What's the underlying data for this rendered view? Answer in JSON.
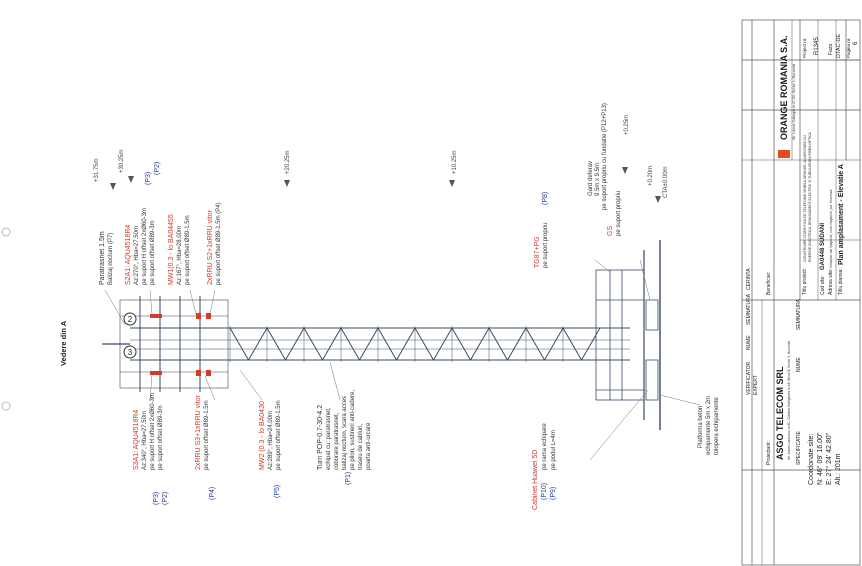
{
  "view_title": "Vedere din A",
  "coords": {
    "title": "Coordonate site:",
    "lat": "N: 46° 09' 16.00\"",
    "lon": "E: 27° 24' 42.80\"",
    "alt": "Alt.: 201m"
  },
  "levels": {
    "l1": "+31.75m",
    "l2": "+30.25m",
    "l3": "+20.25m",
    "l4": "+10.25m",
    "l5": "+0.25m",
    "l6": "+0.20m",
    "l7": "CTA±0.00m"
  },
  "ann_top": [
    {
      "lines": [
        "Paratrasnet 1.5m",
        "Balizaj nocturn (P7)"
      ],
      "color": "#444444"
    },
    {
      "lines": [
        "S2A1: AQU4518R4",
        "Az:270°, Hba=27.50m",
        "pe suport H offset 2xØ60-3m",
        "pe suport offset Ø89-3m"
      ],
      "color": "#d03a2a"
    },
    {
      "lines": [
        "MW1(0.3 - lo BA04455",
        "Az:167°, Hba=28.00m",
        "pe suport offset Ø89-1.5m"
      ],
      "color": "#d03a2a"
    },
    {
      "lines": [
        "2xRRU S2+1xRRU vitor",
        "pe suport offset Ø89-1.5m (P4)"
      ],
      "color": "#d03a2a"
    }
  ],
  "ann_top_refs": [
    "(P3)",
    "(P2)"
  ],
  "ann_bottom": [
    {
      "lines": [
        "S3A1: AQU4518R4",
        "Az:340°, Hba=27.50m",
        "pe suport H offset 2xØ60-3m",
        "pe suport offset Ø89-3m"
      ],
      "color": "#d03a2a"
    },
    {
      "lines": [
        "2xRRU S3+1xRRU vitor",
        "pe suport offset Ø89-1.5m"
      ],
      "color": "#d03a2a"
    },
    {
      "lines": [
        "MW2 (0.3 - lo BA0430",
        "Az:289°, Hba=24.00m",
        "pe suport offset Ø89-1.5m"
      ],
      "color": "#d03a2a"
    },
    {
      "lines": [
        "Turn POP-0.7-30-4.2",
        "echipat cu: paratrasnet,",
        "coborare paratrasnet,",
        "balizaj nocturn, scara acces",
        "pe pilon, sustineri anti-cadere,",
        "traseu de cabluri,",
        "poarta anti-urcare"
      ],
      "color": "#333333"
    }
  ],
  "ann_bottom_refs": [
    "(P3)",
    "(P2)",
    "(P4)",
    "(P5)",
    "(P1)"
  ],
  "ann_right": {
    "tg": "TG87+PG",
    "tg_sub": "pe suport propriu",
    "tg_ref": "(P8)",
    "gard": [
      "Gard deferav",
      "9.5m x 9.5m",
      "pe suport propriu cu fundatie (P12+P13)"
    ],
    "gs": "GS",
    "gs_sub": "pe suport propriu"
  },
  "ann_cabinet": {
    "title": "Cabinet Huawei 5D",
    "lines": [
      "pe rama echipare",
      "pe podul L=4m"
    ],
    "refs": [
      "(P10)",
      "(P9)"
    ]
  },
  "platform": [
    "Platforma beton",
    "echipamente 5m x 2m",
    "tolopera echipamente"
  ],
  "labels_num": [
    "2",
    "3"
  ],
  "title_block": {
    "headers": [
      "VERIFICATOR",
      "EXPERT",
      "NUME",
      "SEMNATURA",
      "CERINTA"
    ],
    "company": "ASGO TELECOM SRL",
    "company_sub": "Str. Ioanei Lazarescu nr.3C, Clădirea Multigames nr 18, Biroul B, Sector 3, Bucuresti",
    "proiectant": "Proiectant:",
    "specificatie": "SPECIFICATIE",
    "nume": "NUME",
    "semnatura": "SEMNATURA",
    "beneficiar": "Beneficiar:",
    "client": "ORANGE ROMANIA S.A.",
    "client_addr": "Str. Lascar Catargiu nr.47-53, Sector 1, Bucuresti",
    "titlu_proiect": "Titlu proiect:",
    "proiect_text": "CONSTRUIRE STATIE FIXA DE TELEFONIE MOBILA ORANGE, ALIMENTARE CU ENERGIE ELECTRICA, BRANSAMENT ELECTRIC SI TUBULATURA FIBRA OPTICA",
    "cod_site": "Cod site:",
    "cod_value": "GA0448 SUDANI",
    "adresa": "Adresa site:",
    "adresa_value": "Intravilan sat Nagloiuti, com. Nagloiuti, jud. Hunesza",
    "titlu_plansa": "Titlu plansa:",
    "plansa": "Plan amplasament - Elevatie A",
    "project_nr_label": "Project nr.",
    "project_nr": "R1345",
    "faza_label": "Faza",
    "faza": "DTAC-DE",
    "pagina_label": "Pagina nr.",
    "pagina": "6"
  }
}
